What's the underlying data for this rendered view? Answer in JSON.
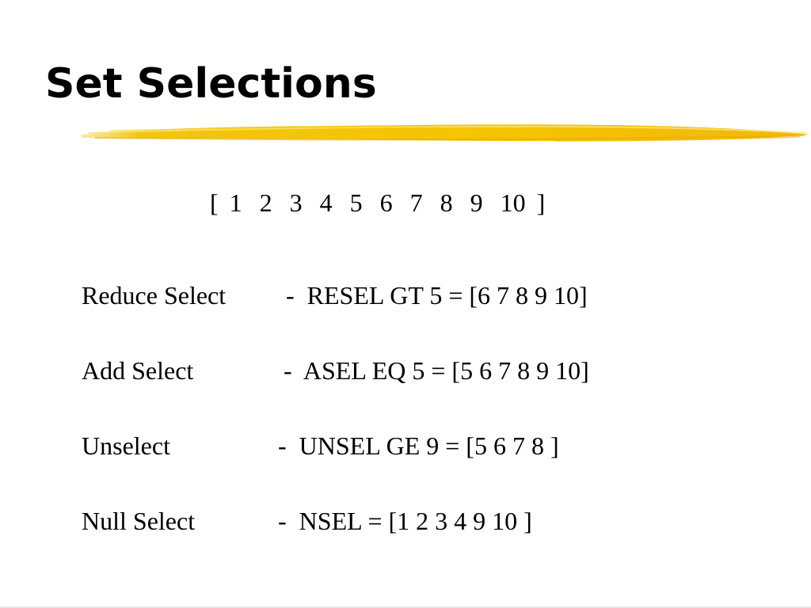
{
  "slide": {
    "title": "Set Selections",
    "accent_color": "#f2c200",
    "number_set": {
      "open": "[",
      "numbers": [
        "1",
        "2",
        "3",
        "4",
        "5",
        "6",
        "7",
        "8",
        "9",
        "10"
      ],
      "close": "]"
    },
    "rows": [
      {
        "label": "Reduce Select",
        "detail": "-  RESEL GT 5 = [6 7 8 9 10]"
      },
      {
        "label": "Add Select",
        "detail": "-  ASEL EQ 5 = [5 6 7 8 9 10]"
      },
      {
        "label": "Unselect",
        "detail": "-  UNSEL GE 9 = [5 6 7 8 ]"
      },
      {
        "label": "Null Select",
        "detail": "-  NSEL = [1 2 3 4 9 10 ]"
      }
    ]
  }
}
